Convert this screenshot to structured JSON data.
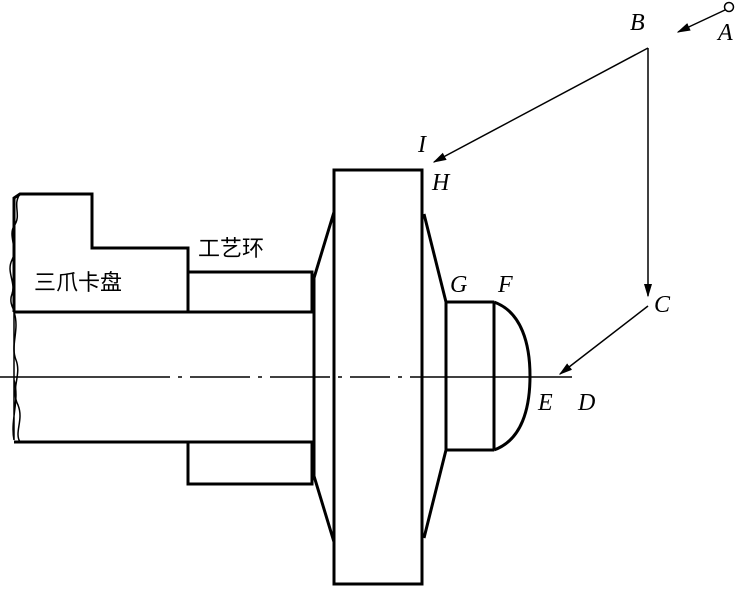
{
  "labels": {
    "chuck": "三爪卡盘",
    "ring": "工艺环"
  },
  "points": {
    "A": "A",
    "B": "B",
    "C": "C",
    "D": "D",
    "E": "E",
    "F": "F",
    "G": "G",
    "H": "H",
    "I": "I"
  }
}
